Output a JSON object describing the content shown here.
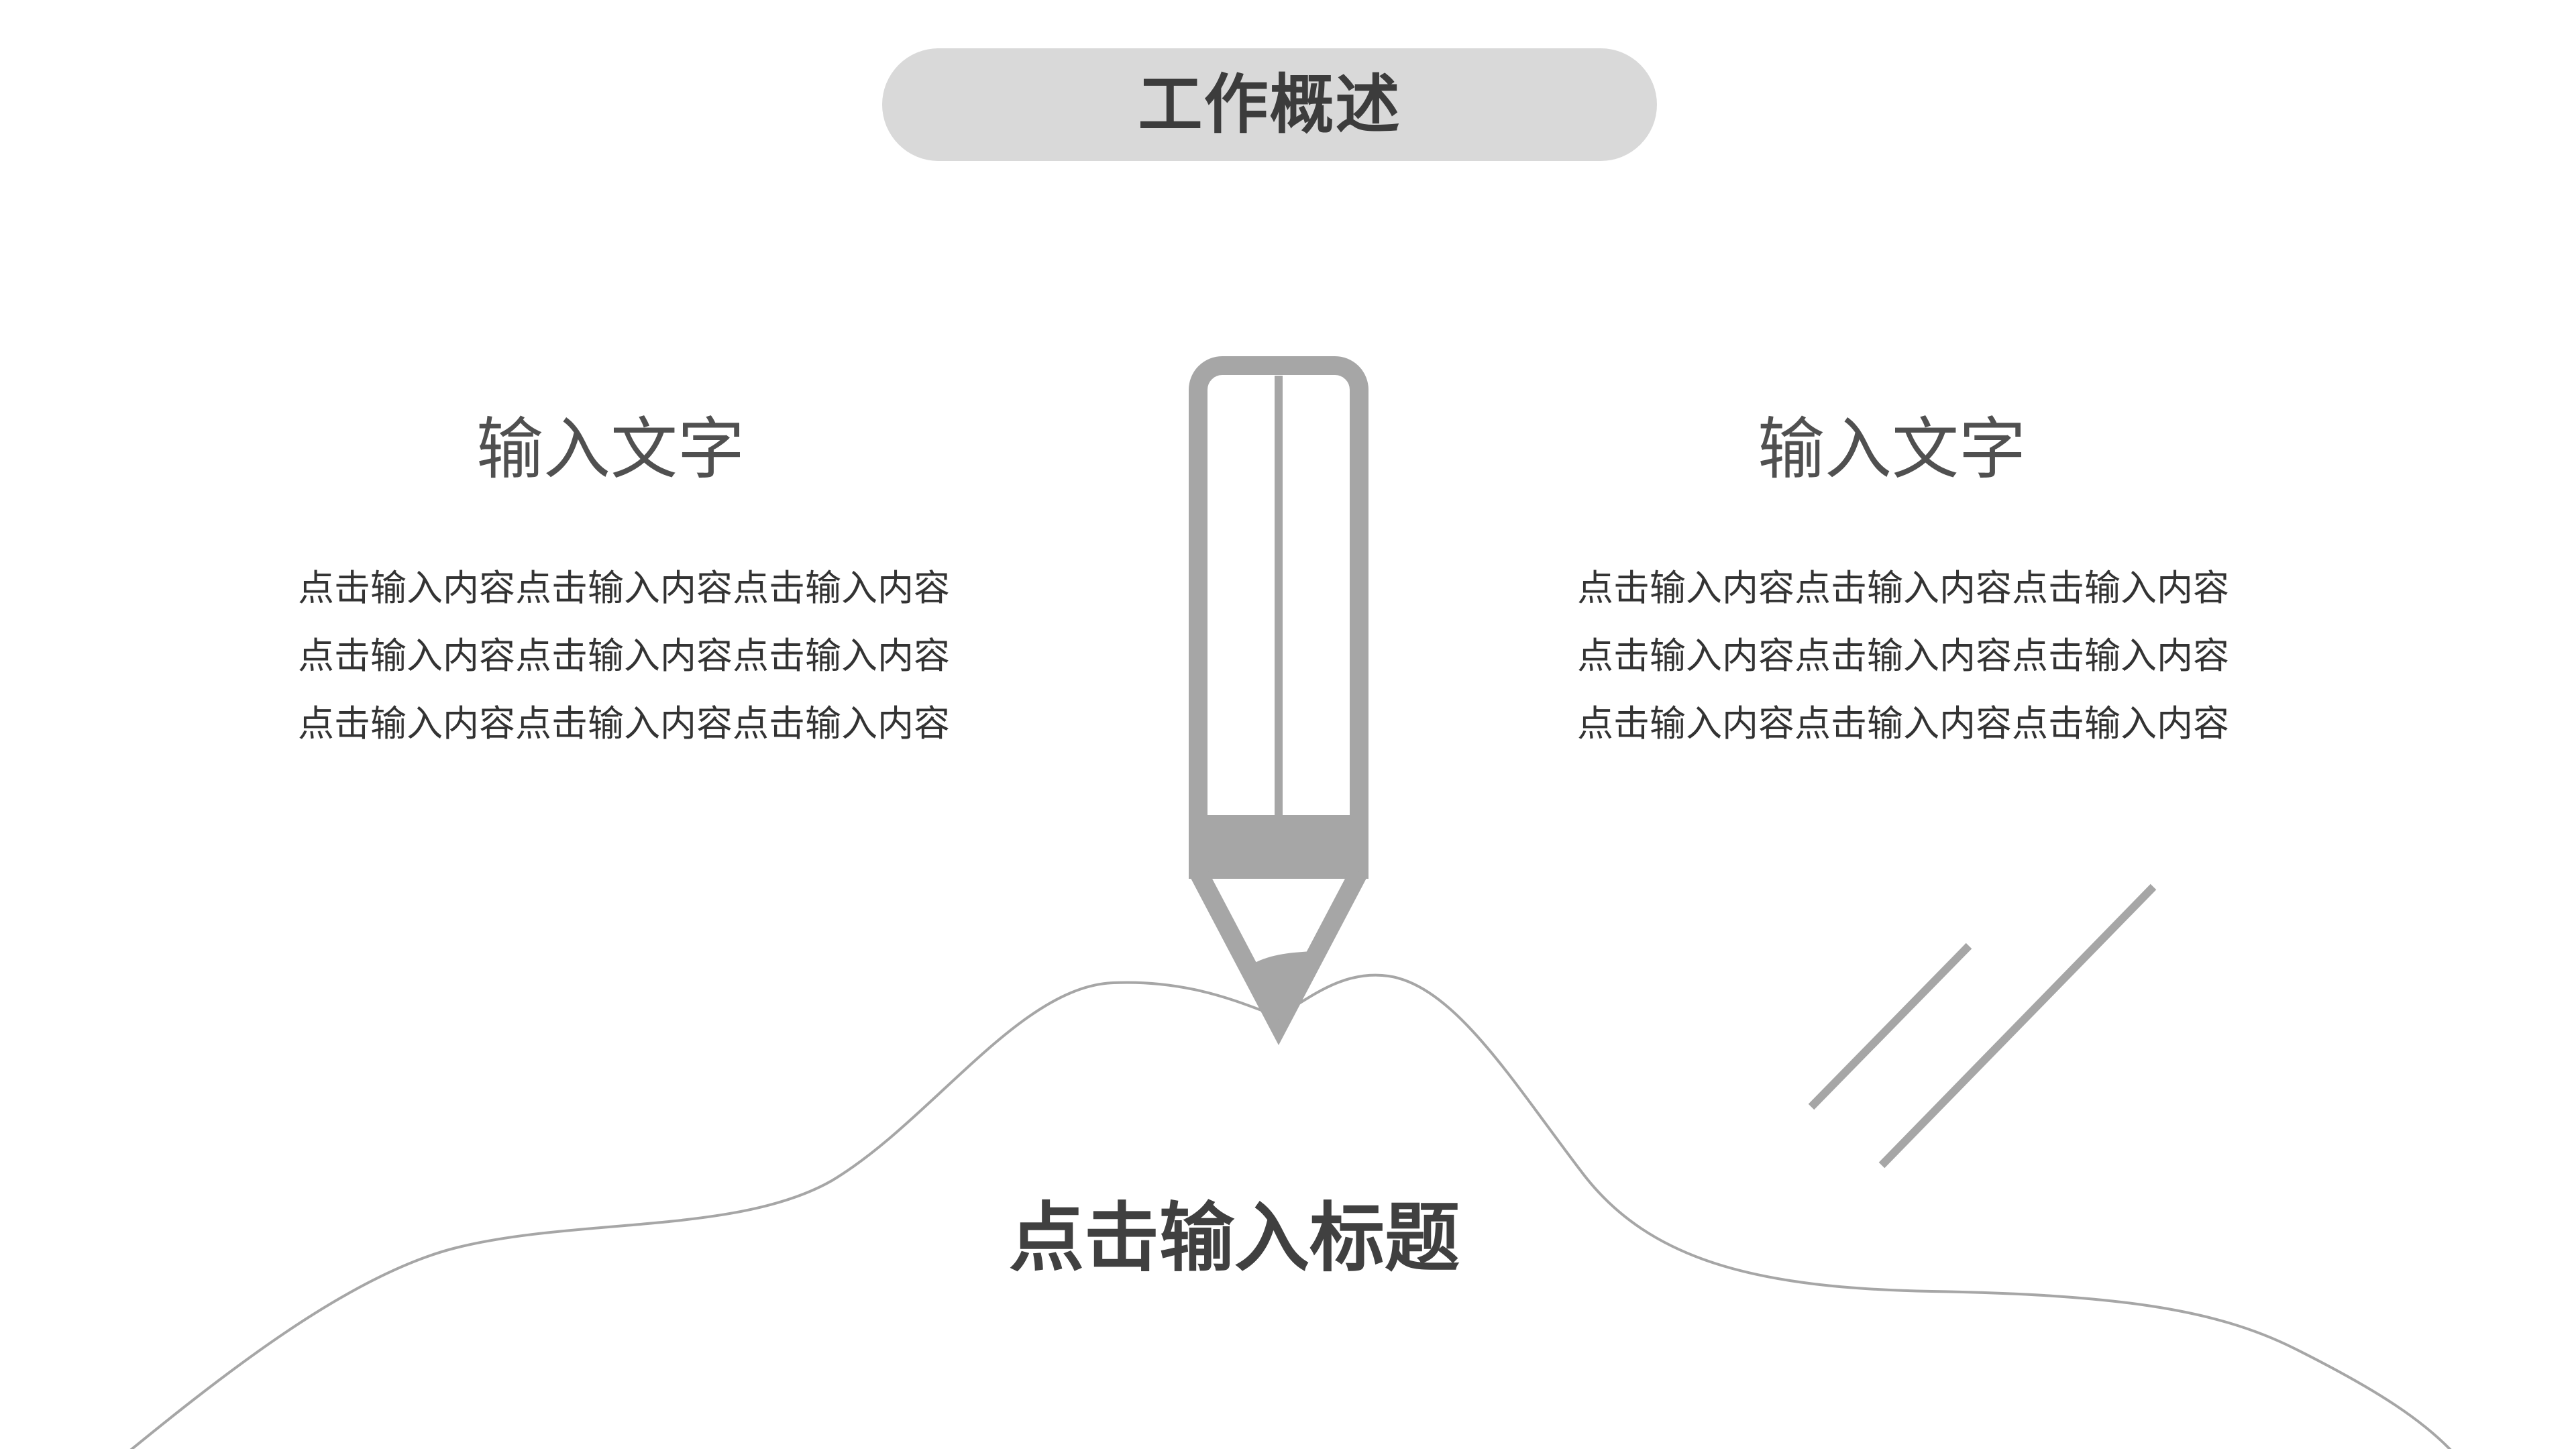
{
  "header": {
    "title": "工作概述"
  },
  "left_block": {
    "heading": "输入文字",
    "lines": [
      "点击输入内容点击输入内容点击输入内容",
      "点击输入内容点击输入内容点击输入内容",
      "点击输入内容点击输入内容点击输入内容"
    ]
  },
  "right_block": {
    "heading": "输入文字",
    "lines": [
      "点击输入内容点击输入内容点击输入内容",
      "点击输入内容点击输入内容点击输入内容",
      "点击输入内容点击输入内容点击输入内容"
    ]
  },
  "main": {
    "heading": "点击输入标题"
  },
  "icons": {
    "pencil": "pencil-icon"
  },
  "colors": {
    "pill_background": "#d9d9d9",
    "pencil_gray": "#a6a6a6",
    "curve_gray": "#a6a6a6",
    "text_dark": "#333333"
  }
}
